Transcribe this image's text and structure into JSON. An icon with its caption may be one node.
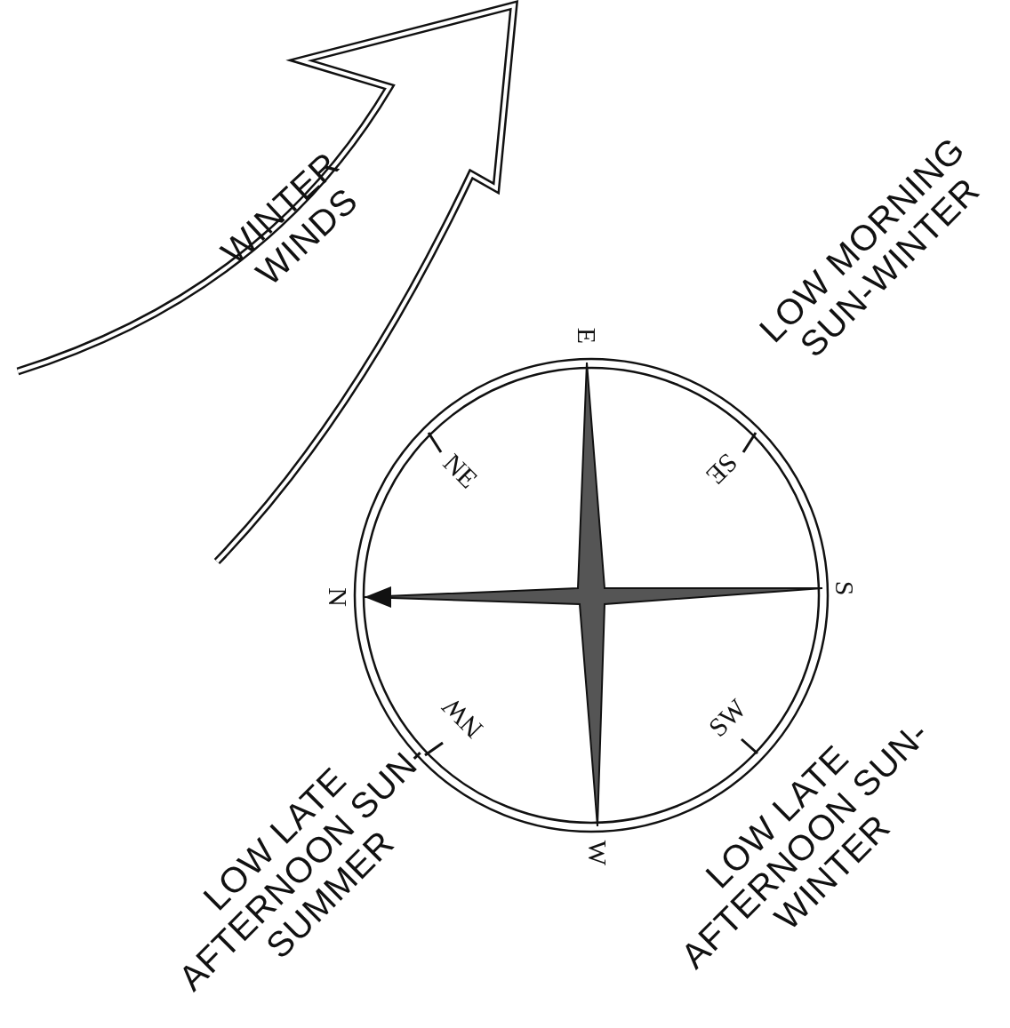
{
  "diagram": {
    "labels": [
      "WINTER WINDS",
      "LOW MORNING SUN-WINTER",
      "E",
      "NE",
      "SE",
      "N",
      "S",
      "NW",
      "SW",
      "W",
      "LOW LATE AFTERNOON SUN-SUMMER",
      "LOW LATE AFTERNOON SUN-WINTER"
    ]
  }
}
